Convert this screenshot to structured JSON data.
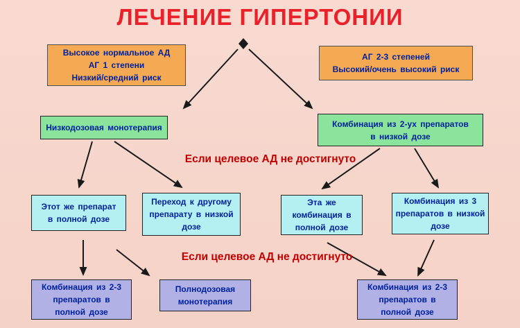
{
  "title": "ЛЕЧЕНИЕ ГИПЕРТОНИИ",
  "colors": {
    "background": "#F8DAD0",
    "title": "#E8212B",
    "orange": "#F5A952",
    "green": "#8AE49B",
    "cyan": "#B4F0F2",
    "purple": "#B1B1E6",
    "box_text": "#00219C",
    "note": "#C00000",
    "arrow": "#1A1A1A"
  },
  "nodes": {
    "top_left": {
      "lines": [
        "Высокое нормальное АД",
        "АГ 1 степени",
        "Низкий/средний риск"
      ]
    },
    "top_right": {
      "lines": [
        "АГ 2-3 степеней",
        "Высокий/очень высокий риск"
      ]
    },
    "low_dose_monotherapy": {
      "lines": [
        "Низкодозовая монотерапия"
      ]
    },
    "two_drug_combo_low_dose": {
      "lines": [
        "Комбинация из 2-ух препаратов",
        "в низкой дозе"
      ]
    },
    "same_drug_full_dose": {
      "lines": [
        "Этот же препарат",
        "в полной дозе"
      ]
    },
    "switch_drug_low_dose": {
      "lines": [
        "Переход к другому",
        "препарату в низкой",
        "дозе"
      ]
    },
    "same_combo_full_dose": {
      "lines": [
        "Эта же",
        "комбинация в",
        "полной дозе"
      ]
    },
    "three_drug_combo_low_dose": {
      "lines": [
        "Комбинация из 3",
        "препаратов в низкой",
        "дозе"
      ]
    },
    "combo_23_full_dose_left": {
      "lines": [
        "Комбинация из 2-3",
        "препаратов в",
        "полной дозе"
      ]
    },
    "full_dose_monotherapy": {
      "lines": [
        "Полнодозовая",
        "монотерапия"
      ]
    },
    "combo_23_full_dose_right": {
      "lines": [
        "Комбинация из 2-3",
        "препаратов в",
        "полной дозе"
      ]
    }
  },
  "notes": {
    "first": "Если целевое АД не достигнуто",
    "second": "Если целевое АД не достигнуто"
  }
}
